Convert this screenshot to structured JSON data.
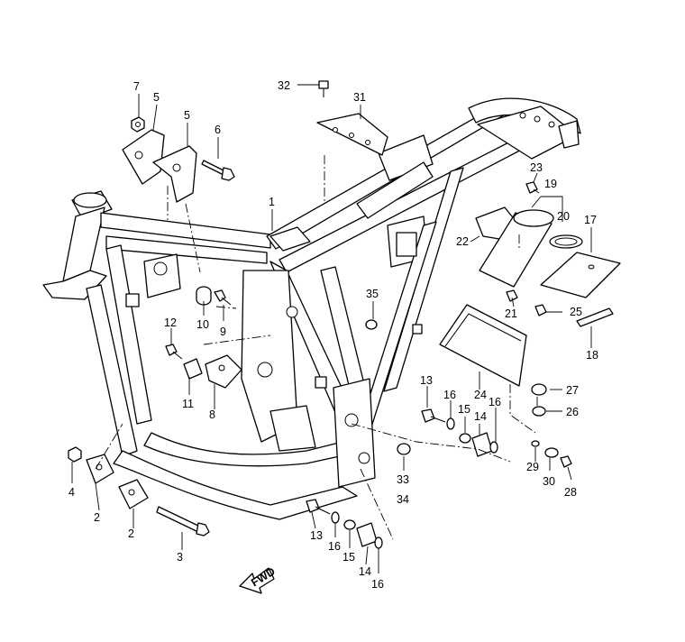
{
  "callouts": {
    "c1": "1",
    "c2a": "2",
    "c2b": "2",
    "c3": "3",
    "c4": "4",
    "c5a": "5",
    "c5b": "5",
    "c6": "6",
    "c7": "7",
    "c8": "8",
    "c9": "9",
    "c10": "10",
    "c11": "11",
    "c12": "12",
    "c13a": "13",
    "c13b": "13",
    "c14a": "14",
    "c14b": "14",
    "c15a": "15",
    "c15b": "15",
    "c16a": "16",
    "c16b": "16",
    "c16c": "16",
    "c16d": "16",
    "c17": "17",
    "c18": "18",
    "c19": "19",
    "c20": "20",
    "c21": "21",
    "c22": "22",
    "c23": "23",
    "c24": "24",
    "c25": "25",
    "c26": "26",
    "c27": "27",
    "c28": "28",
    "c29": "29",
    "c30": "30",
    "c31": "31",
    "c32": "32",
    "c33": "33",
    "c34": "34",
    "c35": "35"
  },
  "fwd_arrow": {
    "label": "FWD"
  },
  "colors": {
    "line": "#000000",
    "background": "#ffffff"
  }
}
